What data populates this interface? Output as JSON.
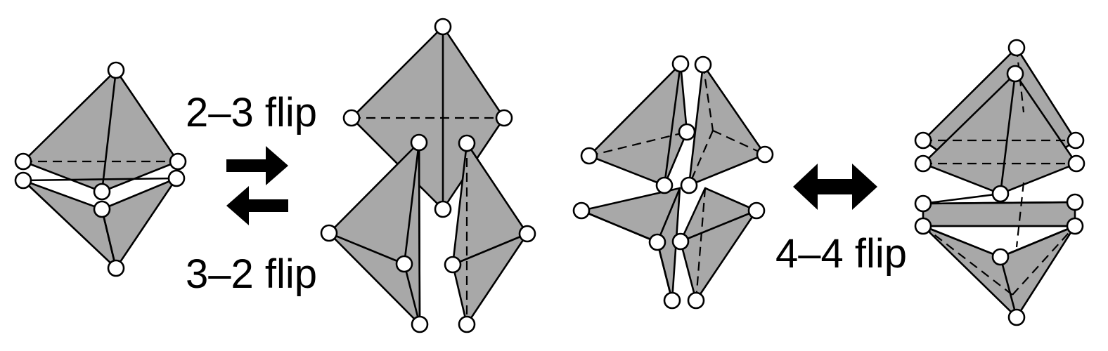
{
  "labels": {
    "flip_2_3": "2–3 flip",
    "flip_3_2": "3–2 flip",
    "flip_4_4": "4–4 flip"
  },
  "colors": {
    "face": "#a8a8a8",
    "edge": "#000000",
    "vertex_fill": "#ffffff"
  }
}
